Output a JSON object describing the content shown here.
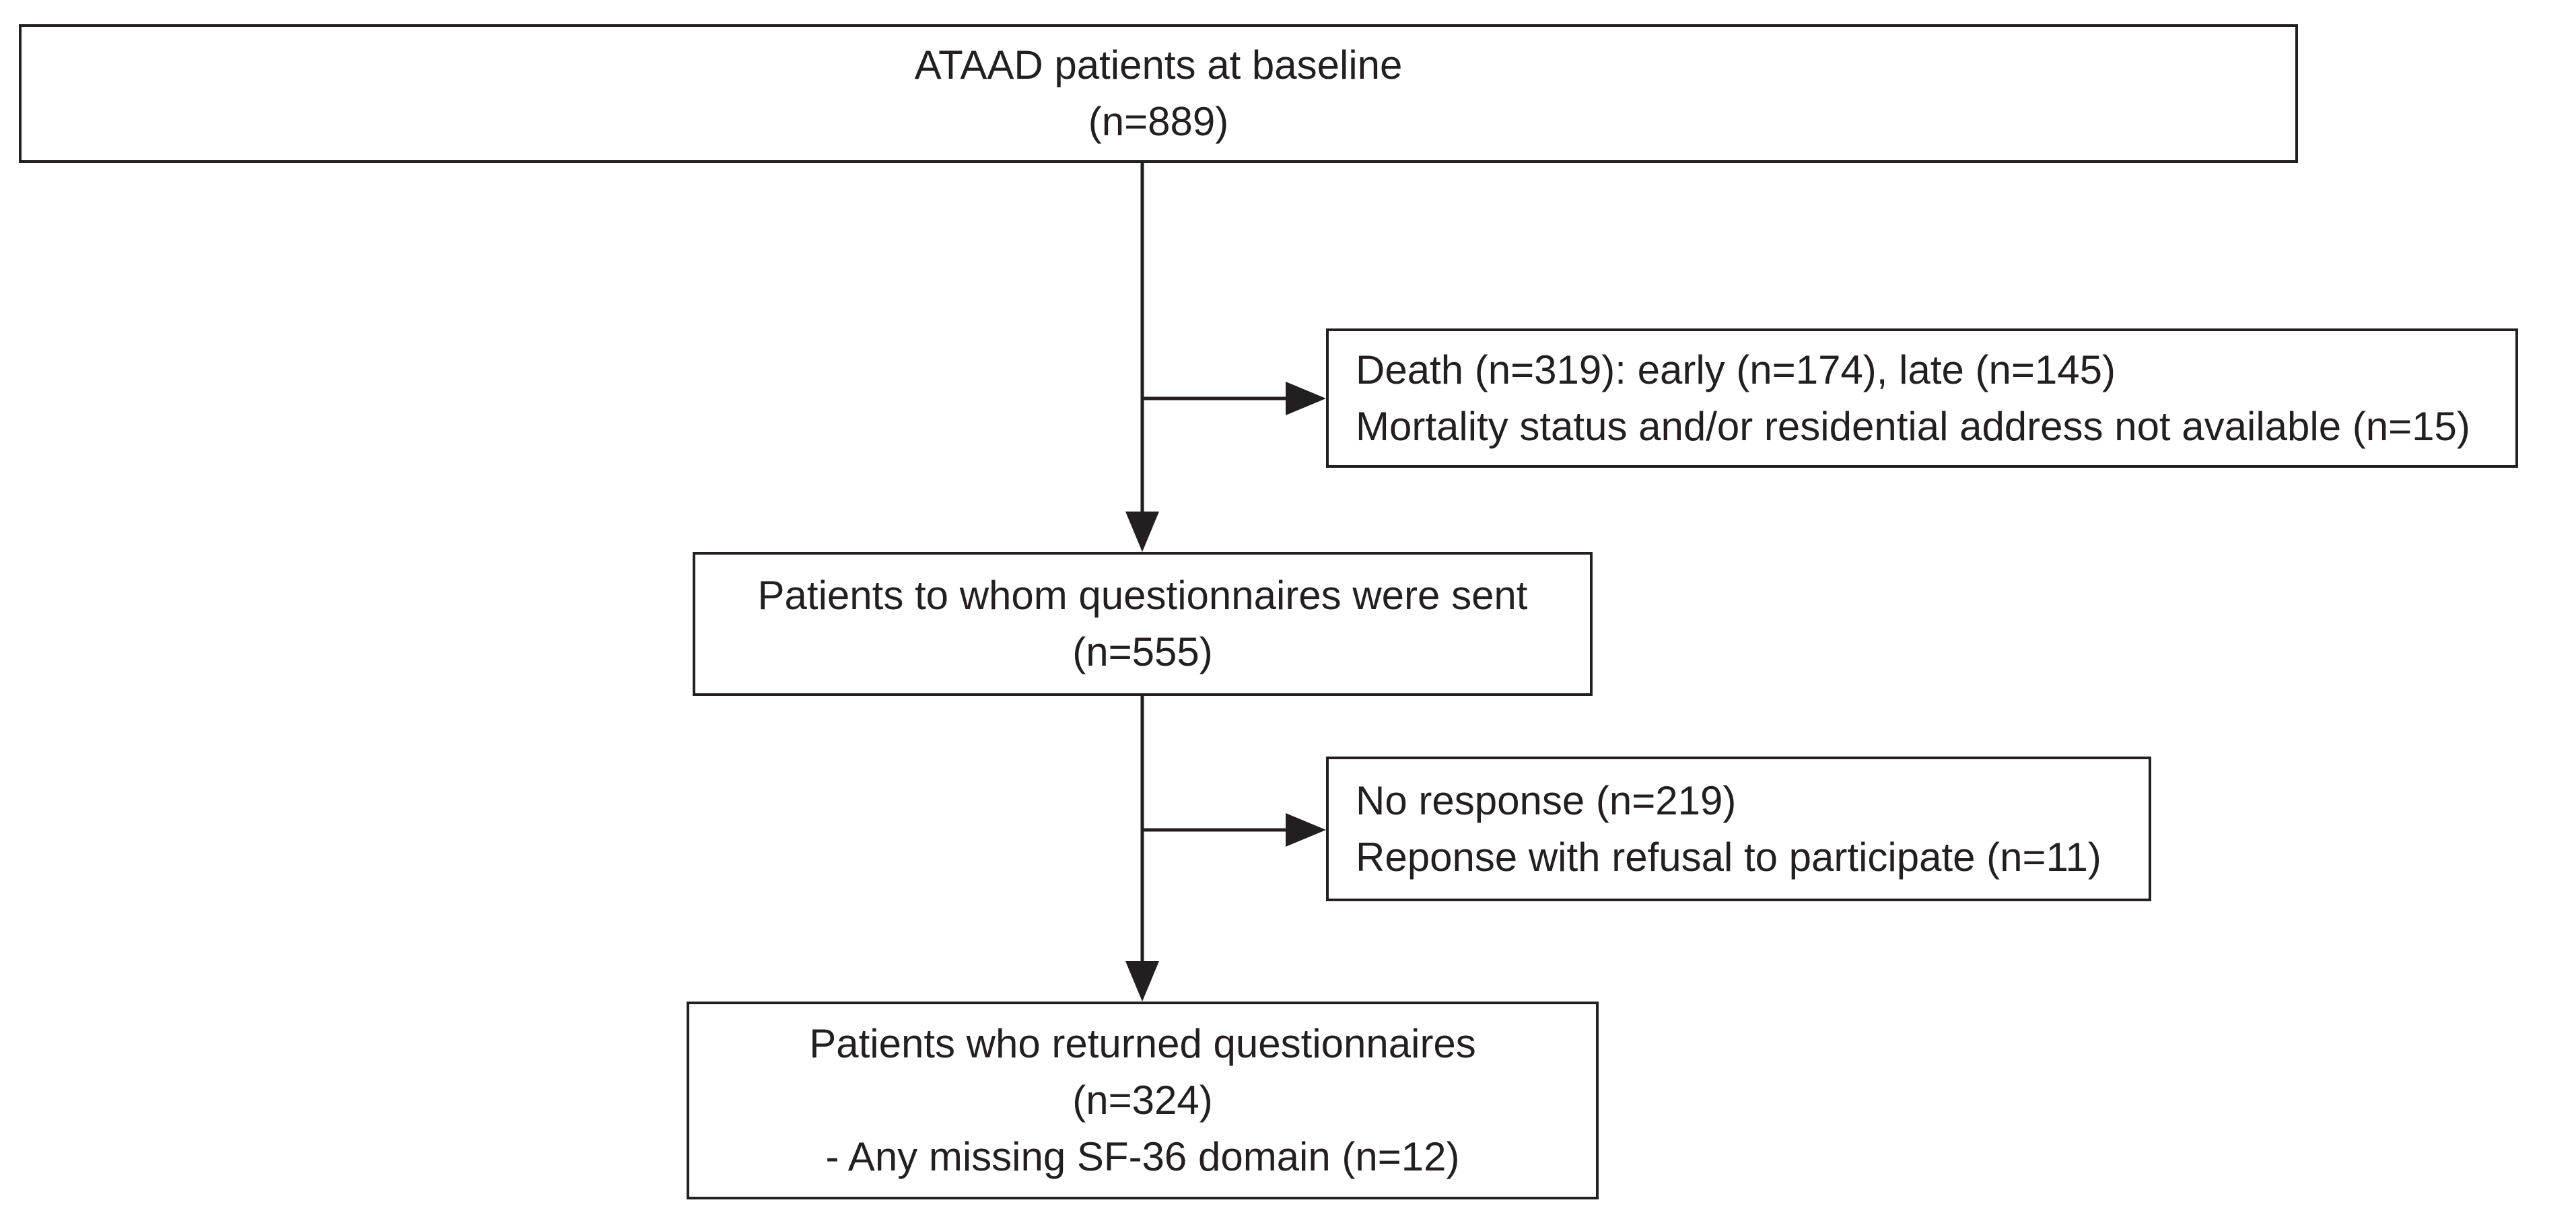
{
  "diagram": {
    "baseline": {
      "title": "ATAAD patients at baseline",
      "count": "(n=889)"
    },
    "exclusion_1": {
      "line1": "Death (n=319): early (n=174), late (n=145)",
      "line2": "Mortality status and/or residential address not available (n=15)"
    },
    "sent": {
      "title": "Patients to whom questionnaires were sent",
      "count": "(n=555)"
    },
    "exclusion_2": {
      "line1": "No response (n=219)",
      "line2": "Reponse with refusal to participate (n=11)"
    },
    "returned": {
      "title": "Patients who returned questionnaires",
      "count": "(n=324)",
      "note": "- Any missing SF-36 domain (n=12)"
    }
  }
}
